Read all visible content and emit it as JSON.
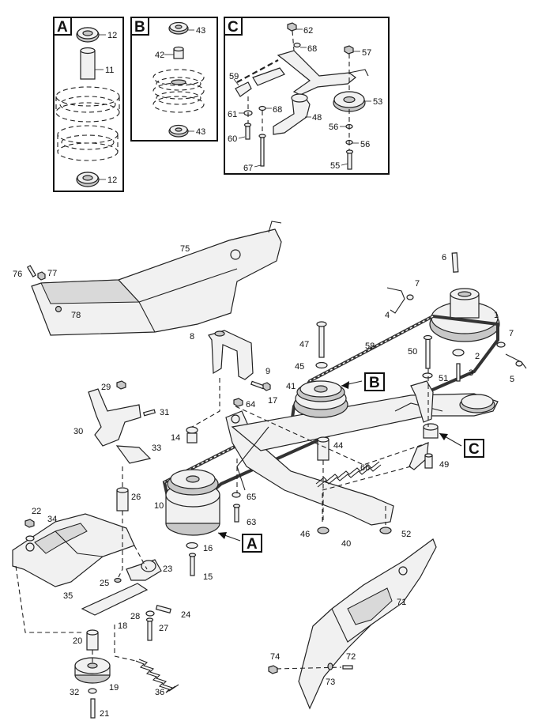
{
  "insets": [
    {
      "letter": "A",
      "callouts": [
        "12",
        "11",
        "12"
      ]
    },
    {
      "letter": "B",
      "callouts": [
        "43",
        "42",
        "43"
      ]
    },
    {
      "letter": "C",
      "callouts": [
        "62",
        "68",
        "57",
        "59",
        "53",
        "61",
        "68",
        "48",
        "56",
        "60",
        "56",
        "67",
        "55"
      ]
    }
  ],
  "main_callouts": [
    "75",
    "76",
    "77",
    "78",
    "6",
    "7",
    "4",
    "1",
    "7",
    "5",
    "2",
    "3",
    "8",
    "9",
    "47",
    "50",
    "58",
    "45",
    "51",
    "41",
    "29",
    "31",
    "30",
    "64",
    "17",
    "14",
    "33",
    "44",
    "49",
    "66",
    "26",
    "10",
    "65",
    "63",
    "22",
    "34",
    "46",
    "52",
    "40",
    "16",
    "15",
    "23",
    "25",
    "35",
    "71",
    "24",
    "28",
    "18",
    "27",
    "20",
    "74",
    "72",
    "73",
    "19",
    "36",
    "32",
    "21"
  ],
  "pointer_labels": [
    "B",
    "C",
    "A"
  ]
}
